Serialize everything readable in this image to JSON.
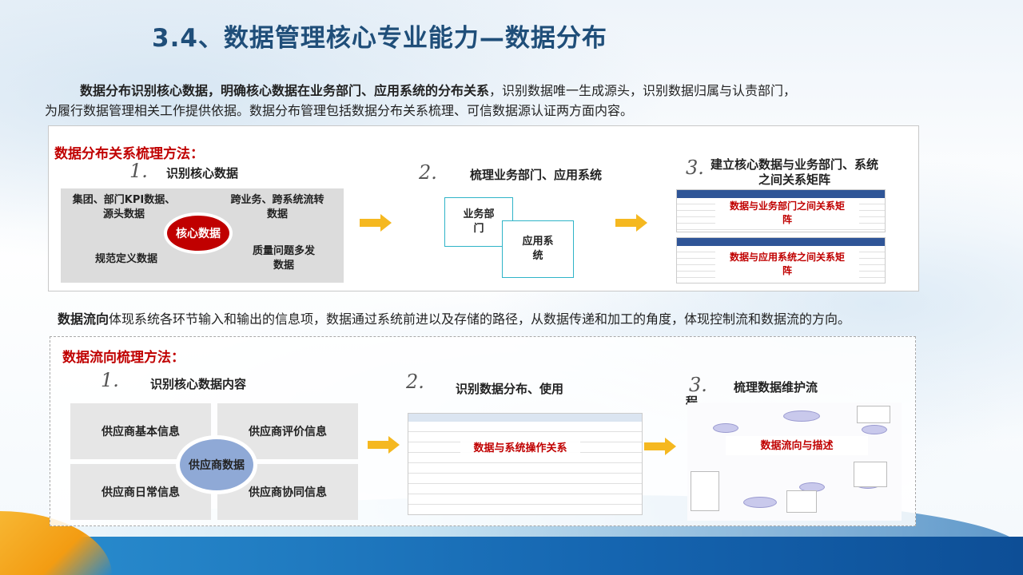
{
  "title": "3.4、数据管理核心专业能力—数据分布",
  "intro": {
    "bold": "数据分布识别核心数据，明确核心数据在业务部门、应用系统的分布关系",
    "line1_rest": "，识别数据唯一生成源头，识别数据归属与认责部门，",
    "line2": "为履行数据管理相关工作提供依据。数据分布管理包括数据分布关系梳理、可信数据源认证两方面内容。"
  },
  "section1": {
    "title": "数据分布关系梳理方法：",
    "step1": {
      "num": "1.",
      "label": "识别核心数据",
      "center": "核心数据",
      "tl": "集团、部门KPI数据、\n源头数据",
      "tr": "跨业务、跨系统流转\n数据",
      "bl": "规范定义数据",
      "br": "质量问题多发\n数据"
    },
    "step2": {
      "num": "2.",
      "label": "梳理业务部门、应用系统",
      "doc1": "业务部\n门",
      "doc2": "应用系\n统"
    },
    "step3": {
      "num": "3.",
      "label": "建立核心数据与业务部门、系统\n之间关系矩阵",
      "overlay1": "数据与业务部门之间关系矩\n阵",
      "overlay2": "数据与应用系统之间关系矩\n阵"
    }
  },
  "flow_intro": {
    "bold": "数据流向",
    "rest": "体现系统各环节输入和输出的信息项，数据通过系统前进以及存储的路径，从数据传递和加工的角度，体现控制流和数据流的方向。"
  },
  "section2": {
    "title": "数据流向梳理方法：",
    "step1": {
      "num": "1.",
      "label": "识别核心数据内容",
      "center": "供应商数据",
      "tl": "供应商基本信息",
      "tr": "供应商评价信息",
      "bl": "供应商日常信息",
      "br": "供应商协同信息"
    },
    "step2": {
      "num": "2.",
      "label": "识别数据分布、使用",
      "overlay": "数据与系统操作关系"
    },
    "step3": {
      "num": "3.",
      "label": "梳理数据维护流",
      "label_wrap": "程",
      "overlay": "数据流向与描述"
    }
  },
  "colors": {
    "title": "#1f4e79",
    "accent_red": "#c00000",
    "arrow": "#f5b820",
    "doc_border": "#2fb4c8"
  }
}
